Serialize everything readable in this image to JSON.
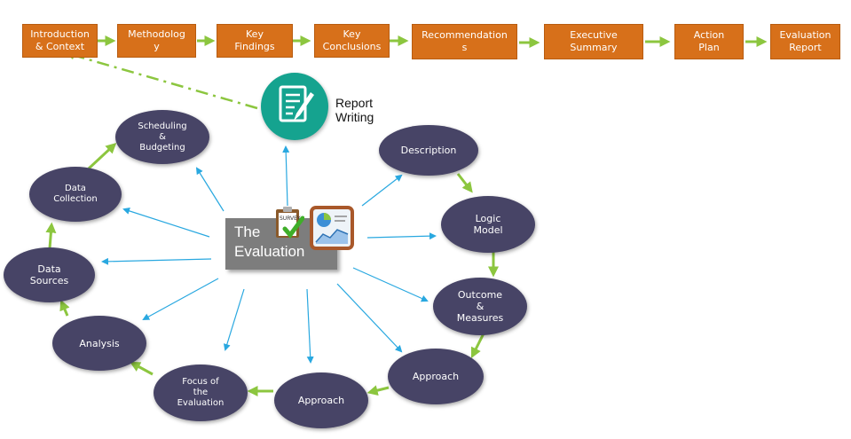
{
  "process_steps": [
    {
      "id": "intro",
      "label": "Introduction\n& Context"
    },
    {
      "id": "methodology",
      "label": "Methodolog\ny"
    },
    {
      "id": "key-findings",
      "label": "Key\nFindings"
    },
    {
      "id": "key-conclusions",
      "label": "Key\nConclusions"
    },
    {
      "id": "recommendations",
      "label": "Recommendation\ns"
    },
    {
      "id": "executive-summary",
      "label": "Executive\nSummary"
    },
    {
      "id": "action-plan",
      "label": "Action\nPlan"
    },
    {
      "id": "evaluation-report",
      "label": "Evaluation\nReport"
    }
  ],
  "report_writing": {
    "label": "Report\nWriting",
    "icon": "document-pen-icon"
  },
  "center": {
    "title": "The\nEvaluation",
    "icons": [
      "survey-clipboard-icon",
      "chart-tablet-icon"
    ],
    "survey_tag": "SURVEY"
  },
  "cycle_nodes": [
    {
      "id": "description",
      "label": "Description"
    },
    {
      "id": "logic-model",
      "label": "Logic\nModel"
    },
    {
      "id": "outcome-measures",
      "label": "Outcome\n&\nMeasures"
    },
    {
      "id": "approach-right",
      "label": "Approach"
    },
    {
      "id": "approach-bottom",
      "label": "Approach"
    },
    {
      "id": "focus",
      "label": "Focus of\nthe\nEvaluation"
    },
    {
      "id": "analysis",
      "label": "Analysis"
    },
    {
      "id": "data-sources",
      "label": "Data\nSources"
    },
    {
      "id": "data-collection",
      "label": "Data\nCollection"
    },
    {
      "id": "scheduling",
      "label": "Scheduling\n&\nBudgeting"
    }
  ],
  "colors": {
    "step_fill": "#d7701a",
    "node_fill": "#474466",
    "green_arrow": "#8cc63f",
    "blue_arrow": "#29a8e0",
    "report_circle": "#15a38f",
    "center_box": "#7d7d7d"
  }
}
